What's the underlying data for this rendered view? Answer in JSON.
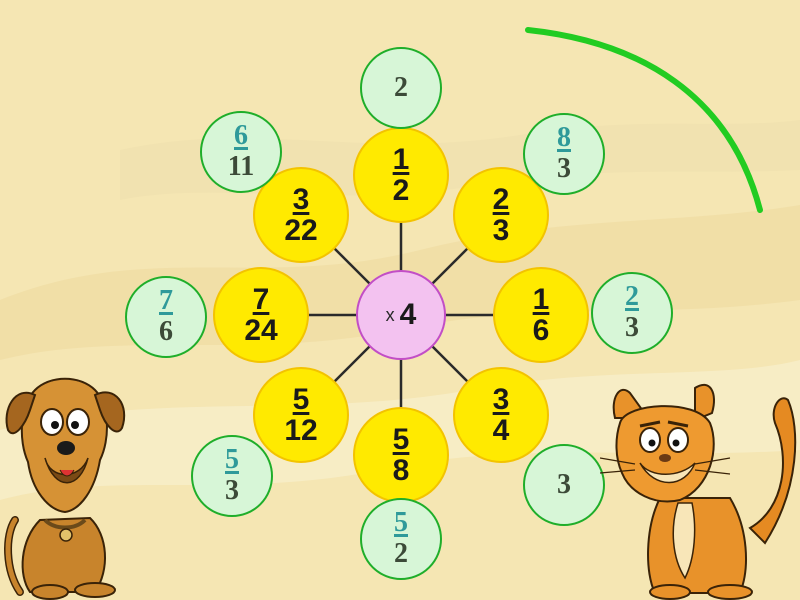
{
  "center": {
    "operator": "x",
    "multiplier": "4"
  },
  "petals": [
    {
      "num": "1",
      "den": "2"
    },
    {
      "num": "2",
      "den": "3"
    },
    {
      "num": "1",
      "den": "6"
    },
    {
      "num": "3",
      "den": "4"
    },
    {
      "num": "5",
      "den": "8"
    },
    {
      "num": "5",
      "den": "12"
    },
    {
      "num": "7",
      "den": "24"
    },
    {
      "num": "3",
      "den": "22"
    }
  ],
  "answers": [
    {
      "num": "",
      "den": "2"
    },
    {
      "num": "8",
      "den": "3"
    },
    {
      "num": "2",
      "den": "3"
    },
    {
      "num": "",
      "den": "3"
    },
    {
      "num": "5",
      "den": "2"
    },
    {
      "num": "5",
      "den": "3"
    },
    {
      "num": "7",
      "den": "6"
    },
    {
      "num": "6",
      "den": "11"
    }
  ],
  "colors": {
    "background": "#f5e6b3",
    "petal": "#ffea00",
    "center": "#f3c2f0",
    "answer_fill": "#d7f6d7",
    "answer_border": "#1fae2a",
    "arc": "#22cc22"
  },
  "decorations": [
    "dog-cartoon",
    "cat-cartoon",
    "green-arc"
  ]
}
